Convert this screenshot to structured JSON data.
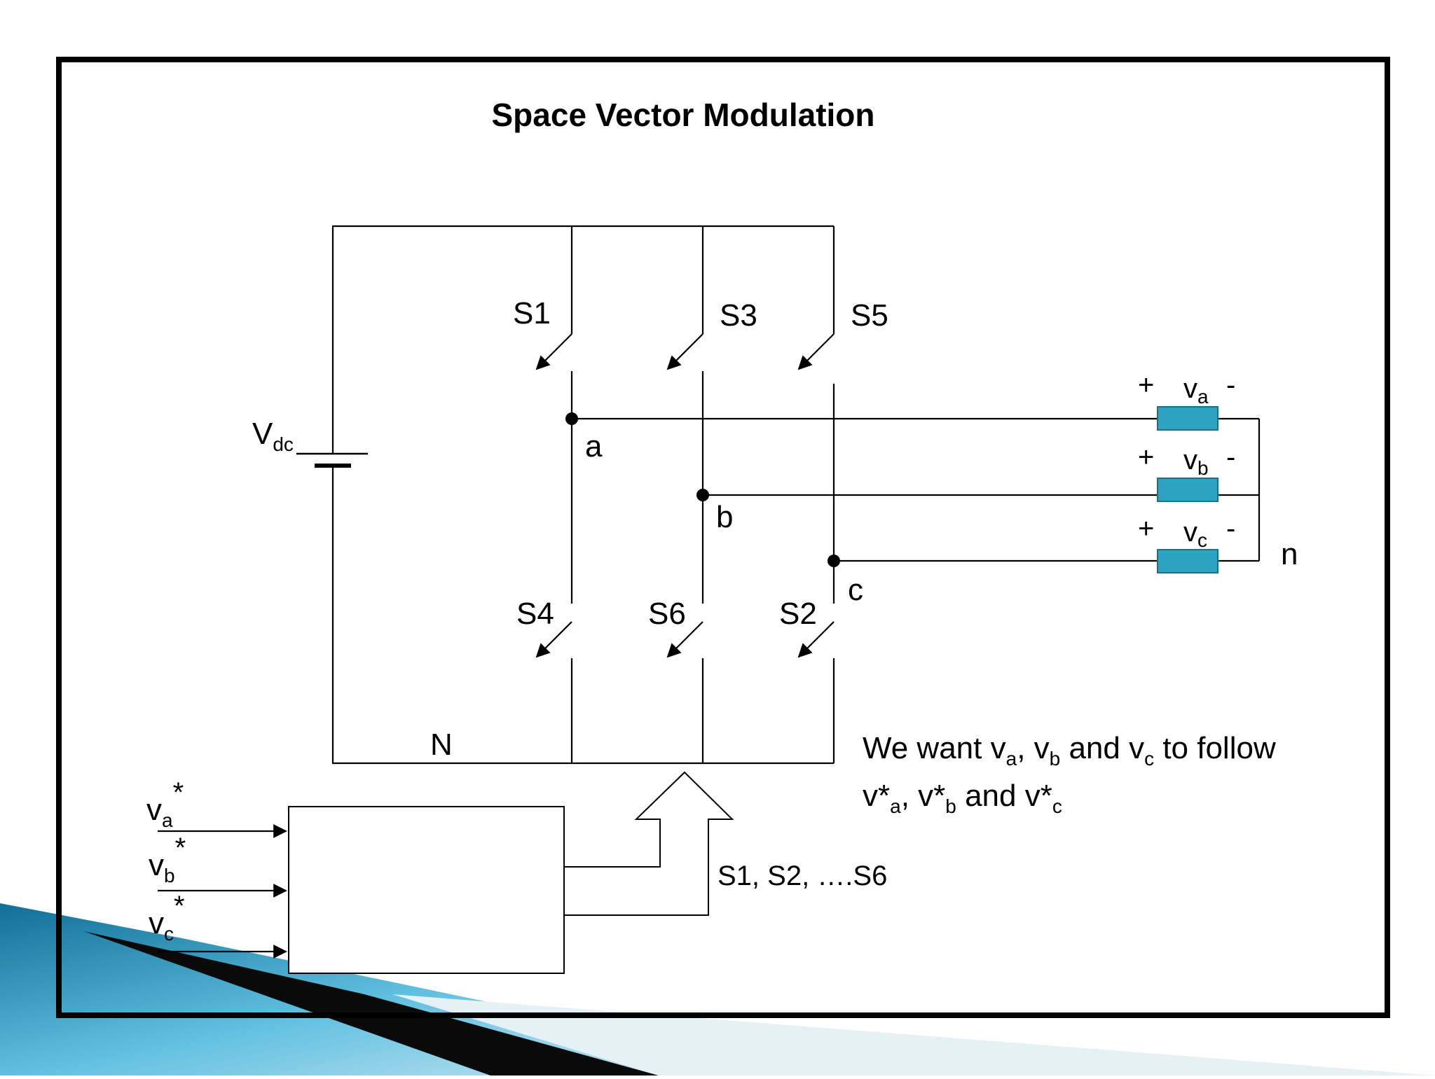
{
  "title": "Space Vector Modulation",
  "colors": {
    "load_fill": "#2ca3bf",
    "load_stroke": "#1f6f85",
    "accent_wedge": "#1a8fb5"
  },
  "source": {
    "main": "V",
    "sub": "dc"
  },
  "switches": {
    "s1": "S1",
    "s3": "S3",
    "s5": "S5",
    "s4": "S4",
    "s6": "S6",
    "s2": "S2"
  },
  "nodes": {
    "a": "a",
    "b": "b",
    "c": "c",
    "N": "N",
    "n": "n"
  },
  "loads": [
    {
      "plus": "+",
      "main": "v",
      "sub": "a",
      "minus": "-"
    },
    {
      "plus": "+",
      "main": "v",
      "sub": "b",
      "minus": "-"
    },
    {
      "plus": "+",
      "main": "v",
      "sub": "c",
      "minus": "-"
    }
  ],
  "refs": [
    {
      "main": "v",
      "sub": "a",
      "star": "*"
    },
    {
      "main": "v",
      "sub": "b",
      "star": "*"
    },
    {
      "main": "v",
      "sub": "c",
      "star": "*"
    }
  ],
  "gate_signals": "S1, S2, ….S6",
  "statement": {
    "line1": {
      "t1": "We want v",
      "s1": "a",
      "t2": ", v",
      "s2": "b",
      "t3": " and v",
      "s3": "c",
      "t4": " to follow"
    },
    "line2": {
      "t1": "v*",
      "s1": "a",
      "t2": ", v*",
      "s2": "b",
      "t3": " and v*",
      "s3": "c"
    }
  }
}
